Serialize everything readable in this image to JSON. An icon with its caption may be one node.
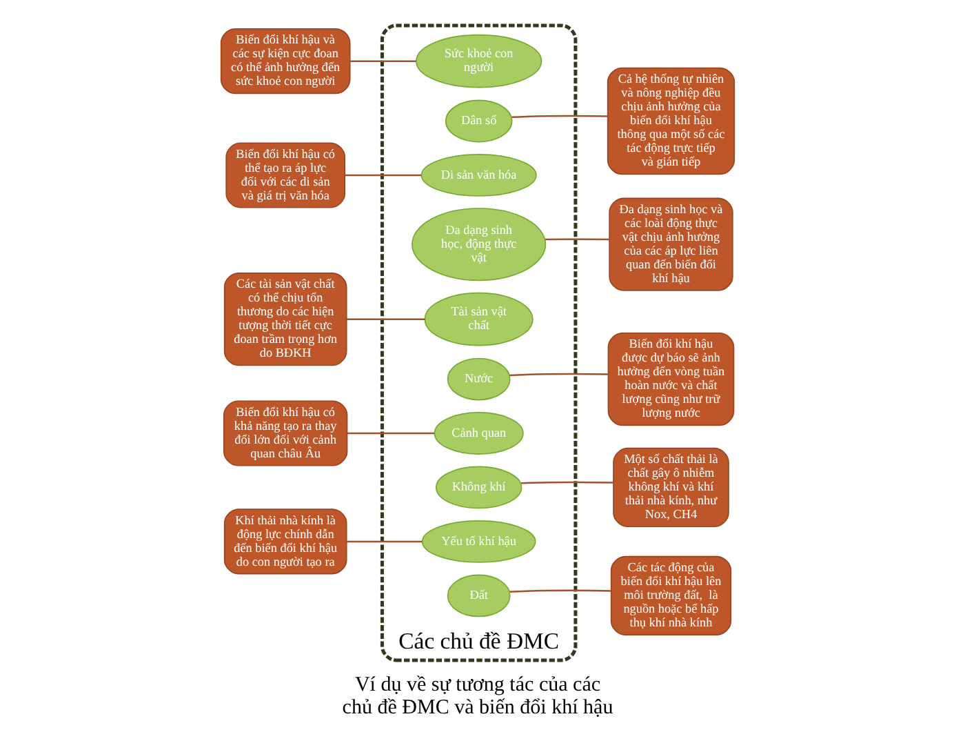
{
  "diagram": {
    "caption": "Ví dụ về sự tương tác của các chủ đề ĐMC và biến đổi khí hậu",
    "nodes": [
      {
        "text": [
          "Các chủ đề ĐMC"
        ]
      },
      {
        "text": [
          "Sức khoẻ con người"
        ],
        "in": 0
      },
      {
        "text": [
          "Dân số"
        ],
        "in": 0
      },
      {
        "text": [
          "Di sản văn hóa"
        ],
        "in": 0
      },
      {
        "text": [
          "Đa dạng sinh học, động thực vật"
        ],
        "in": 0
      },
      {
        "text": [
          "Tài sản vật chất"
        ],
        "in": 0
      },
      {
        "text": [
          "Nước"
        ],
        "in": 0
      },
      {
        "text": [
          "Cảnh quan"
        ],
        "in": 0
      },
      {
        "text": [
          "Không khí"
        ],
        "in": 0
      },
      {
        "text": [
          "Yếu tố khí hậu"
        ],
        "in": 0
      },
      {
        "text": [
          "Đất"
        ],
        "in": 0
      },
      {
        "text": [
          "Biến đổi khí hậu và các sự kiện cực đoan có thể ảnh hưởng đến sức khoẻ con người"
        ]
      },
      {
        "text": [
          "Cả hệ thống tự nhiên và nông nghiệp đều chịu ảnh hưởng của biến đổi khí hậu thông qua một số các tác động trực tiếp và gián tiếp"
        ]
      },
      {
        "text": [
          "Đa dạng sinh học và các loài động thực vật chịu ảnh hưởng của các áp lực liên quan đến biến đổi khí hậu"
        ]
      },
      {
        "text": [
          "Biến đổi khí hậu có thể tạo ra áp lực đối với các di sản và giá trị văn hóa"
        ]
      },
      {
        "text": [
          "Biến đổi khí hậu được dự báo sẽ ảnh hưởng đến vòng tuần hoàn nước và chất lượng cũng như trữ lượng nước"
        ]
      },
      {
        "text": [
          "Các tài sản vật chất có thể chịu tổn thương do các hiện tượng thời tiết cực đoan trầm trọng hơn do BĐKH"
        ]
      },
      {
        "text": [
          "Một số chất thải là chất gây ô nhiễm không khí và khí thải nhà kính, như Nox, CH4"
        ]
      },
      {
        "text": [
          "Biến đổi khí hậu có khả năng tạo ra thay đổi lớn đối với cảnh quan châu Âu"
        ]
      },
      {
        "text": [
          "Khí thải nhà kính là động lực chính dẫn đến biến đổi khí hậu do con người tạo ra"
        ]
      },
      {
        "text": [
          "Các tác động của biến đổi khí hậu lên môi trường đất,  là nguồn hoặc bể hấp thụ khí nhà kính"
        ]
      }
    ],
    "edges": [
      {
        "from": 11,
        "to": 1,
        "arrow": "none"
      },
      {
        "from": 12,
        "to": 2,
        "arrow": "none"
      },
      {
        "from": 13,
        "to": 4,
        "arrow": "none"
      },
      {
        "from": 14,
        "to": 3,
        "arrow": "none"
      },
      {
        "from": 15,
        "to": 6,
        "arrow": "none"
      },
      {
        "from": 16,
        "to": 5,
        "arrow": "none"
      },
      {
        "from": 17,
        "to": 8,
        "arrow": "none"
      },
      {
        "from": 18,
        "to": 7,
        "arrow": "none"
      },
      {
        "from": 19,
        "to": 9,
        "arrow": "none"
      },
      {
        "from": 20,
        "to": 10,
        "arrow": "none"
      }
    ]
  }
}
